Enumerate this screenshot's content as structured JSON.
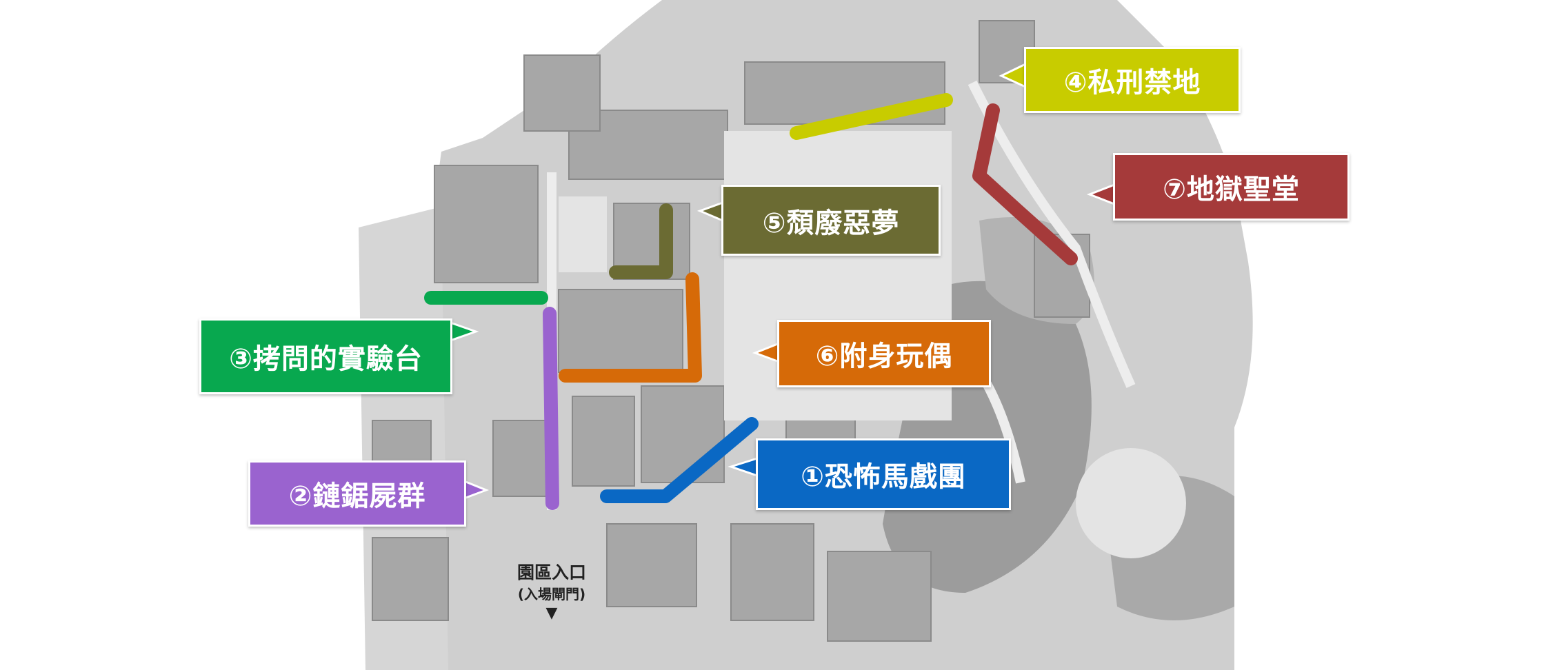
{
  "zones": [
    {
      "id": "z1",
      "label": "①恐怖馬戲團",
      "color": "#0a68c4"
    },
    {
      "id": "z2",
      "label": "②鏈鋸屍群",
      "color": "#9a63cf"
    },
    {
      "id": "z3",
      "label": "③拷問的實驗台",
      "color": "#08a84f"
    },
    {
      "id": "z4",
      "label": "④私刑禁地",
      "color": "#c8cc00"
    },
    {
      "id": "z5",
      "label": "⑤頹廢惡夢",
      "color": "#6b6b33"
    },
    {
      "id": "z6",
      "label": "⑥附身玩偶",
      "color": "#d66a08"
    },
    {
      "id": "z7",
      "label": "⑦地獄聖堂",
      "color": "#a53a3a"
    }
  ],
  "entrance": {
    "label": "園區入口",
    "sub_label": "(入場閘門)",
    "marker": "▼"
  }
}
